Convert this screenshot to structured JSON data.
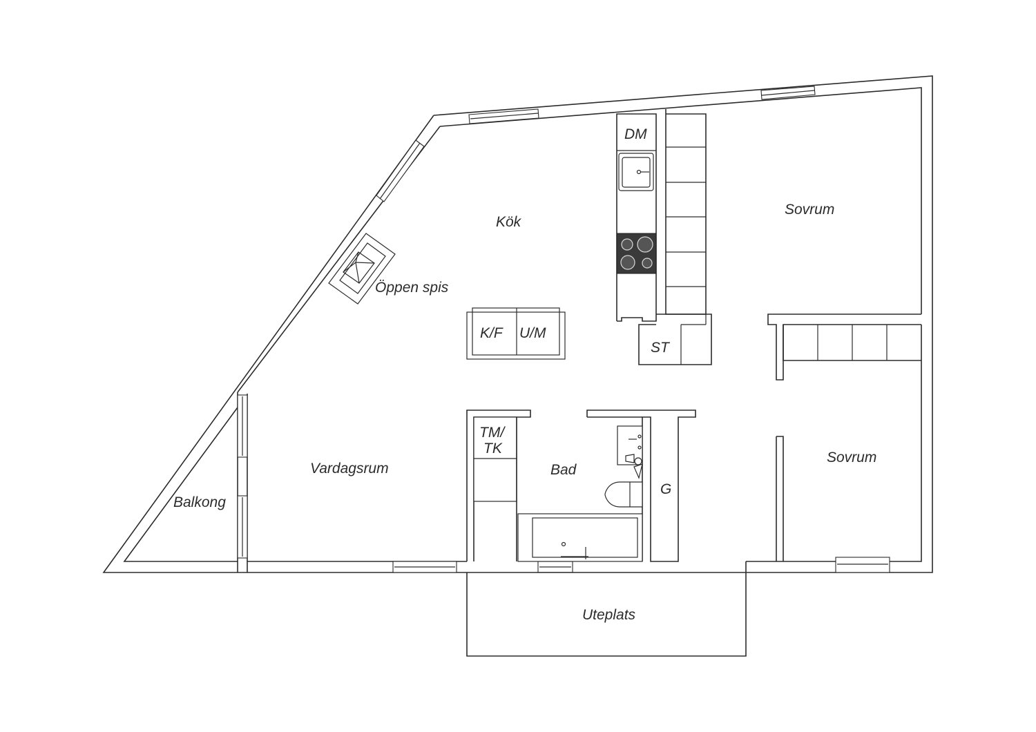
{
  "plan": {
    "rooms": {
      "kitchen": "Kök",
      "fireplace": "Öppen spis",
      "bedroom_top": "Sovrum",
      "bedroom_bottom": "Sovrum",
      "living_room": "Vardagsrum",
      "bathroom": "Bad",
      "balcony": "Balkong",
      "patio": "Uteplats",
      "hall_closet": "G"
    },
    "fixtures": {
      "dishwasher": "DM",
      "storage": "ST",
      "fridge_freezer": "K/F",
      "oven_microwave": "U/M",
      "washer_dryer_line1": "TM/",
      "washer_dryer_line2": "TK"
    },
    "colors": {
      "line": "#2b2b2b",
      "background": "#ffffff",
      "cooktop": "#3a3a3a"
    }
  }
}
